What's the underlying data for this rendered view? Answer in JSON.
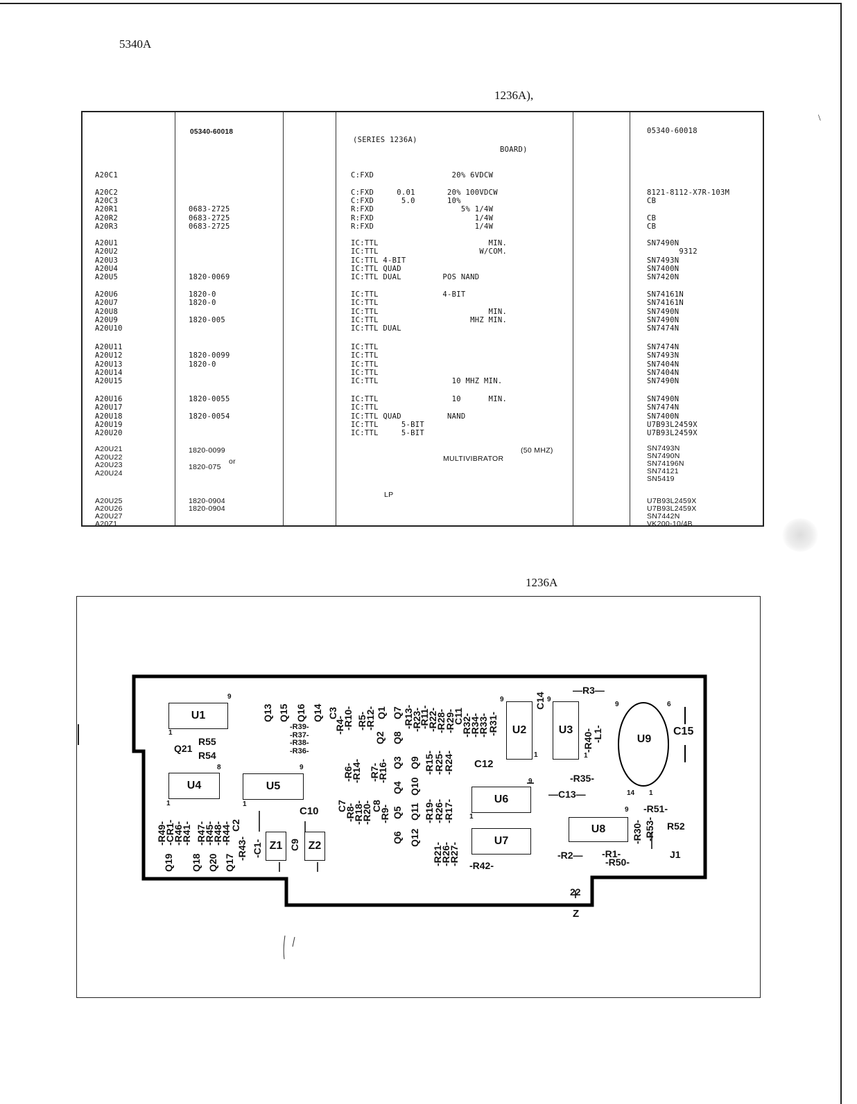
{
  "page": {
    "header_model": "5340A",
    "header_series": "1236A),",
    "board_series": "1236A",
    "margin_mark": "\\"
  },
  "table": {
    "part_number_bold": "05340-60018",
    "series_note": "(SERIES 1236A)",
    "board_note": "BOARD)",
    "mfr_top": "05340-60018",
    "groups": [
      {
        "ref": [
          "A20C1",
          "",
          "A20C2",
          "A20C3",
          "A20R1",
          "A20R2",
          "A20R3"
        ],
        "pn": [
          "",
          "",
          "",
          "",
          "0683-2725",
          "0683-2725",
          "0683-2725"
        ],
        "desc": [
          "C:FXD                 20% 6VDCW",
          "",
          "C:FXD     0.01       20% 100VDCW",
          "C:FXD      5.0       10%",
          "R:FXD                   5% 1/4W",
          "R:FXD                      1/4W",
          "R:FXD                      1/4W"
        ],
        "mfr": [
          "",
          "",
          "8121-8112-X7R-103M",
          "CB",
          "",
          "CB",
          "CB"
        ]
      },
      {
        "ref": [
          "A20U1",
          "A20U2",
          "A20U3",
          "A20U4",
          "A20U5"
        ],
        "pn": [
          "",
          "",
          "",
          "",
          "1820-0069"
        ],
        "desc": [
          "IC:TTL                        MIN.",
          "IC:TTL                      W/COM.",
          "IC:TTL 4-BIT",
          "IC:TTL QUAD",
          "IC:TTL DUAL         POS NAND"
        ],
        "mfr": [
          "SN7490N",
          "       9312",
          "SN7493N",
          "SN7400N",
          "SN7420N"
        ]
      },
      {
        "ref": [
          "A20U6",
          "A20U7",
          "A20U8",
          "A20U9",
          "A20U10"
        ],
        "pn": [
          "1820-0",
          "1820-0",
          "",
          "1820-005",
          ""
        ],
        "desc": [
          "IC:TTL              4-BIT",
          "IC:TTL",
          "IC:TTL                        MIN.",
          "IC:TTL                    MHZ MIN.",
          "IC:TTL DUAL"
        ],
        "mfr": [
          "SN74161N",
          "SN74161N",
          "SN7490N",
          "SN7490N",
          "SN7474N"
        ]
      },
      {
        "ref": [
          "A20U11",
          "A20U12",
          "A20U13",
          "A20U14",
          "A20U15"
        ],
        "pn": [
          "",
          "1820-0099",
          "1820-0",
          "",
          ""
        ],
        "desc": [
          "IC:TTL",
          "IC:TTL",
          "IC:TTL",
          "IC:TTL",
          "IC:TTL                10 MHZ MIN."
        ],
        "mfr": [
          "SN7474N",
          "SN7493N",
          "SN7404N",
          "SN7404N",
          "SN7490N"
        ]
      },
      {
        "ref": [
          "A20U16",
          "A20U17",
          "A20U18",
          "A20U19",
          "A20U20"
        ],
        "pn": [
          "1820-0055",
          "",
          "1820-0054",
          "",
          ""
        ],
        "desc": [
          "IC:TTL                10      MIN.",
          "IC:TTL",
          "IC:TTL QUAD          NAND",
          "IC:TTL     5-BIT",
          "IC:TTL     5-BIT"
        ],
        "mfr": [
          "SN7490N",
          "SN7474N",
          "SN7400N",
          "U7B93L2459X",
          "U7B93L2459X"
        ]
      }
    ],
    "group6": {
      "ref": [
        "A20U21",
        "A20U22",
        "A20U23",
        "A20U24"
      ],
      "pn": [
        "1820-0099",
        "",
        "1820-075",
        ""
      ],
      "pn_or": "or",
      "desc_multi": "MULTIVIBRATOR",
      "desc_freq": "(50 MHZ)",
      "mfr": [
        "SN7493N",
        "SN7490N",
        "SN74196N",
        "SN74121",
        "SN5419"
      ]
    },
    "group7": {
      "ref": [
        "A20U25",
        "A20U26",
        "A20U27",
        "A20Z1"
      ],
      "pn": [
        "1820-0904",
        "1820-0904"
      ],
      "desc_lp": "LP",
      "mfr": [
        "U7B93L2459X",
        "U7B93L2459X",
        "SN7442N",
        "VK200-10/4B"
      ]
    }
  },
  "board": {
    "chips": {
      "u1": "U1",
      "u2": "U2",
      "u3": "U3",
      "u4": "U4",
      "u5": "U5",
      "u6": "U6",
      "u7": "U7",
      "u8": "U8",
      "u9": "U9",
      "z1": "Z1",
      "z2": "Z2"
    },
    "labels": {
      "q21": "Q21",
      "r55": "R55",
      "r54": "R54",
      "r3": "—R3—",
      "c14": "C14",
      "c15": "C15",
      "c12": "C12",
      "r35": "-R35-",
      "c13": "—C13—",
      "r51": "-R51-",
      "r52": "R52",
      "j1": "J1",
      "r2": "-R2—",
      "r1": "-R1-",
      "r50": "-R50-",
      "r42": "-R42-",
      "c10": "C10",
      "n22": "22",
      "z": "Z",
      "p9a": "9",
      "p1a": "1",
      "p8": "8",
      "p9b": "9",
      "p1b": "1",
      "p1c": "1",
      "p9c": "9",
      "p9d": "9",
      "p9e": "9",
      "p1d": "1",
      "p9f": "9",
      "p6": "6",
      "p14": "14",
      "p1e": "1",
      "p9g": "9",
      "p1f": "1",
      "p1g": "1"
    },
    "vertical_labels": [
      "Q13",
      "Q15",
      "Q16",
      "Q14",
      "C3",
      "-R4-",
      "-R10-",
      "-R5-",
      "-R12-",
      "Q1",
      "Q7",
      "-R13-",
      "-R23-",
      "-R11-",
      "-R22-",
      "-R28-",
      "-R29-",
      "C11",
      "-R32-",
      "-R34-",
      "-R33-",
      "-R31-",
      "Q2",
      "Q8",
      "-R6-",
      "-R14-",
      "-R7-",
      "-R16-",
      "Q3",
      "Q9",
      "-R15-",
      "-R25-",
      "-R24-",
      "Q4",
      "Q10",
      "C7",
      "-R8-",
      "-R18-",
      "-R20-",
      "C8",
      "-R9-",
      "Q5",
      "Q11",
      "-R19-",
      "-R26-",
      "-R17-",
      "Q6",
      "Q12",
      "-R21-",
      "-R26-",
      "-R27-",
      "-R49-",
      "-CR1-",
      "-R46-",
      "-R41-",
      "-R47-",
      "-R45-",
      "-R48-",
      "-R44-",
      "C2",
      "-R43-",
      "-C1-",
      "C9",
      "Q19",
      "Q18",
      "Q20",
      "Q17",
      "-R40-",
      "-L1-",
      "-R30-",
      "-R53-"
    ],
    "horizontal_small": [
      "-R39-",
      "-R37-",
      "-R38-",
      "-R36-"
    ]
  }
}
